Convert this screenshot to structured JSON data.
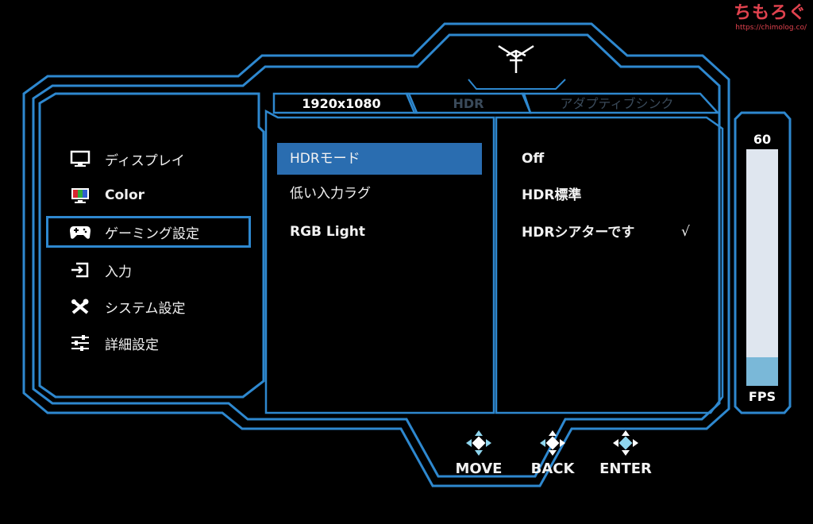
{
  "watermark": {
    "title": "ちもろぐ",
    "url": "https://chimolog.co/"
  },
  "tabs": [
    {
      "label": "1920x1080",
      "state": "active"
    },
    {
      "label": "HDR",
      "state": "inactive"
    },
    {
      "label": "アダプティブシンク",
      "state": "inactive"
    }
  ],
  "sidebar": {
    "items": [
      {
        "label": "ディスプレイ",
        "icon": "monitor-icon"
      },
      {
        "label": "Color",
        "icon": "color-monitor-icon"
      },
      {
        "label": "ゲーミング設定",
        "icon": "gamepad-icon",
        "selected": true
      },
      {
        "label": "入力",
        "icon": "input-icon"
      },
      {
        "label": "システム設定",
        "icon": "tools-icon"
      },
      {
        "label": "詳細設定",
        "icon": "sliders-icon"
      }
    ]
  },
  "menu": {
    "items": [
      {
        "label": "HDRモード",
        "selected": true
      },
      {
        "label": "低い入力ラグ"
      },
      {
        "label": "RGB Light"
      }
    ]
  },
  "options": {
    "items": [
      {
        "label": "Off"
      },
      {
        "label": "HDR標準"
      },
      {
        "label": "HDRシアターです",
        "checked": true
      }
    ],
    "check_mark": "√"
  },
  "fps": {
    "value": "60",
    "label": "FPS",
    "fill_fraction": 0.12
  },
  "nav": {
    "move": "MOVE",
    "back": "BACK",
    "enter": "ENTER"
  },
  "colors": {
    "frame_blue": "#2e88cf",
    "selection_blue": "#2a6db0",
    "fps_fill": "#7ab8d8",
    "watermark_red": "#e0424e"
  }
}
